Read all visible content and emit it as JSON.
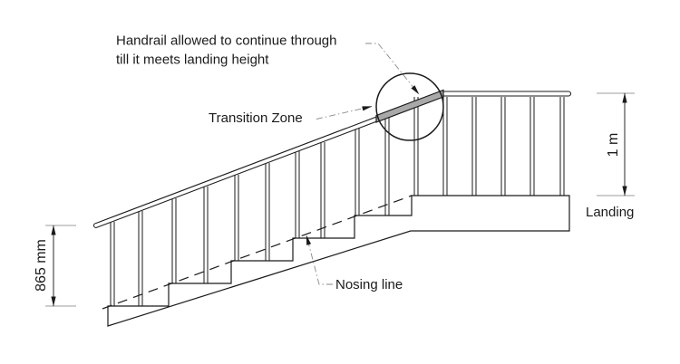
{
  "diagram": {
    "annotations": {
      "handrail_note_line1": "Handrail allowed to continue through",
      "handrail_note_line2": "till it meets landing height",
      "transition_zone_label": "Transition Zone",
      "nosing_line_label": "Nosing line",
      "landing_label": "Landing"
    },
    "dimensions": {
      "stair_rail_height": "865 mm",
      "landing_rail_height": "1 m"
    },
    "colors": {
      "line": "#1b1b1b",
      "leader_line": "#8a8a8a",
      "extension_line": "#9c9c9c",
      "transition_fill": "#a9a9a9",
      "background": "#ffffff"
    }
  }
}
